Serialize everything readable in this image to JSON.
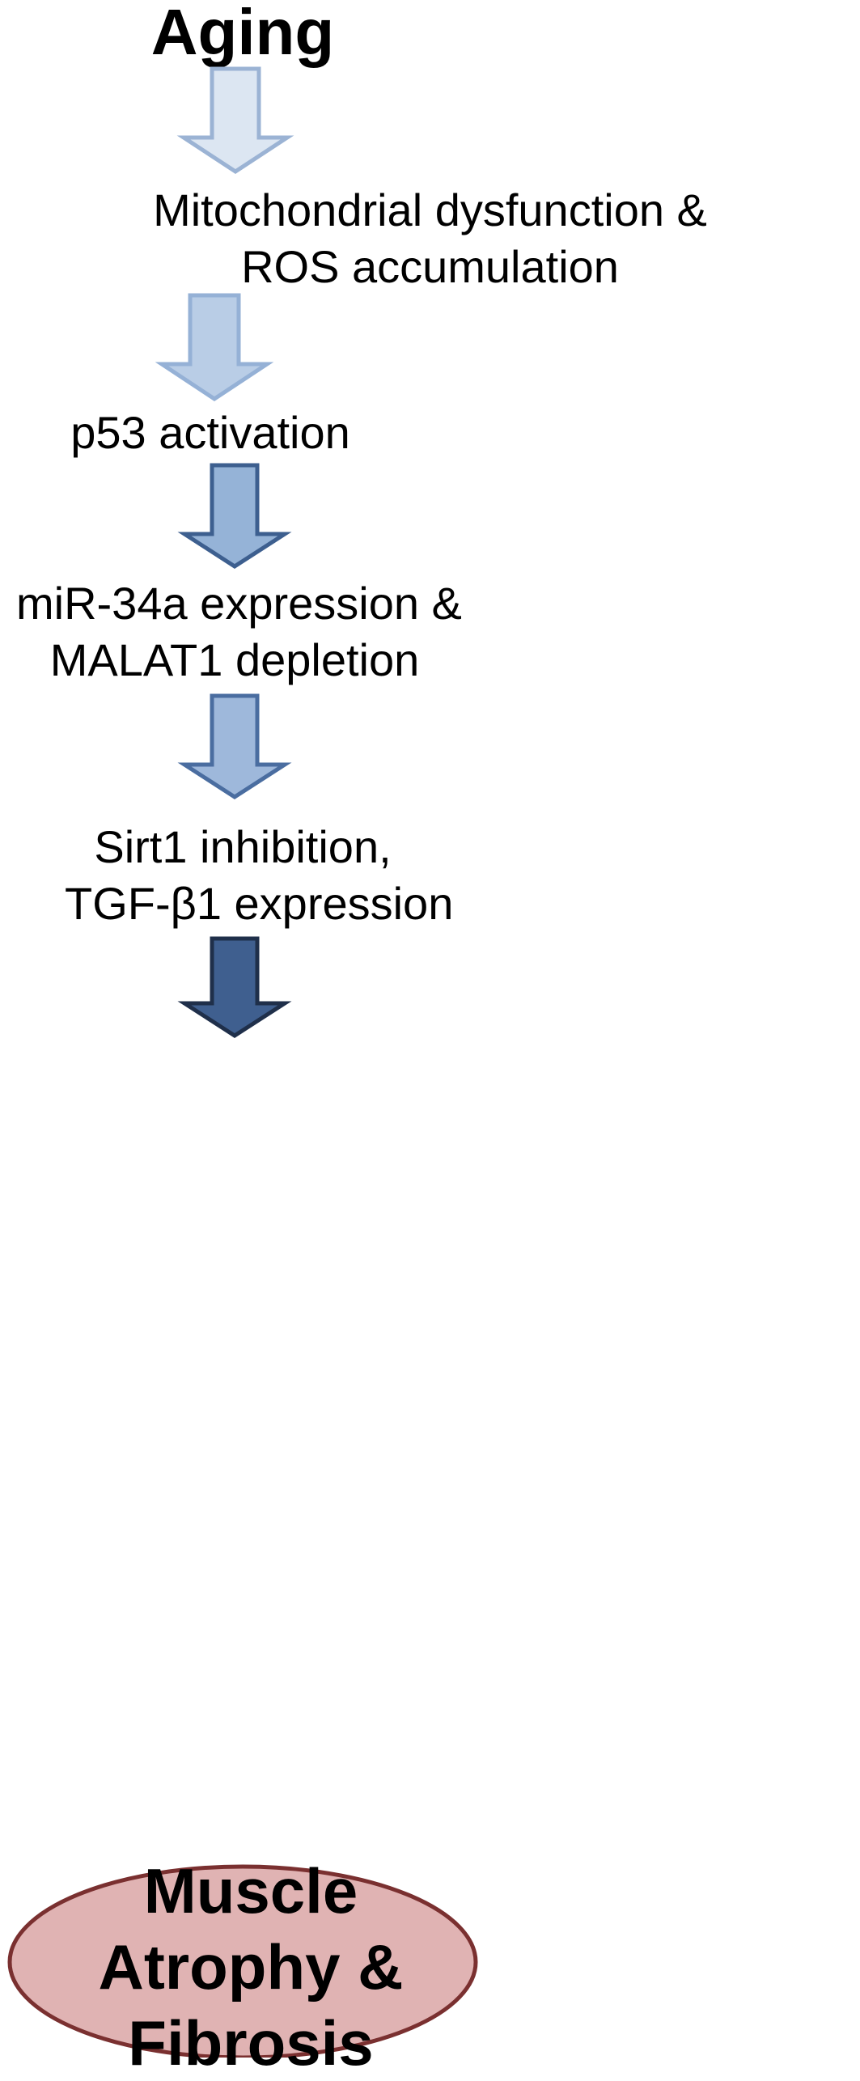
{
  "diagram": {
    "top_label": "Aging",
    "steps": [
      {
        "lines": [
          "Mitochondrial dysfunction &",
          "ROS accumulation"
        ]
      },
      {
        "lines": [
          "p53 activation"
        ]
      },
      {
        "lines": [
          "miR-34a expression &",
          "MALAT1 depletion"
        ]
      },
      {
        "lines": [
          "Sirt1 inhibition,",
          "TGF-β1 expression"
        ]
      }
    ],
    "outcome": {
      "lines": [
        "Muscle",
        "Atrophy &",
        "Fibrosis"
      ]
    },
    "colors": {
      "arrow1_fill": "#dce6f2",
      "arrow1_stroke": "#9bb3d4",
      "arrow2_fill": "#b9cde6",
      "arrow2_stroke": "#95b1d6",
      "arrow3_fill": "#95b3d7",
      "arrow3_stroke": "#3d5f8f",
      "arrow4_fill": "#9eb8db",
      "arrow4_stroke": "#4a6da0",
      "arrow5_fill": "#3f5f8f",
      "arrow5_stroke": "#1f2f4a",
      "outcome_fill": "#e0b3b3",
      "outcome_stroke": "#7a3030"
    }
  }
}
